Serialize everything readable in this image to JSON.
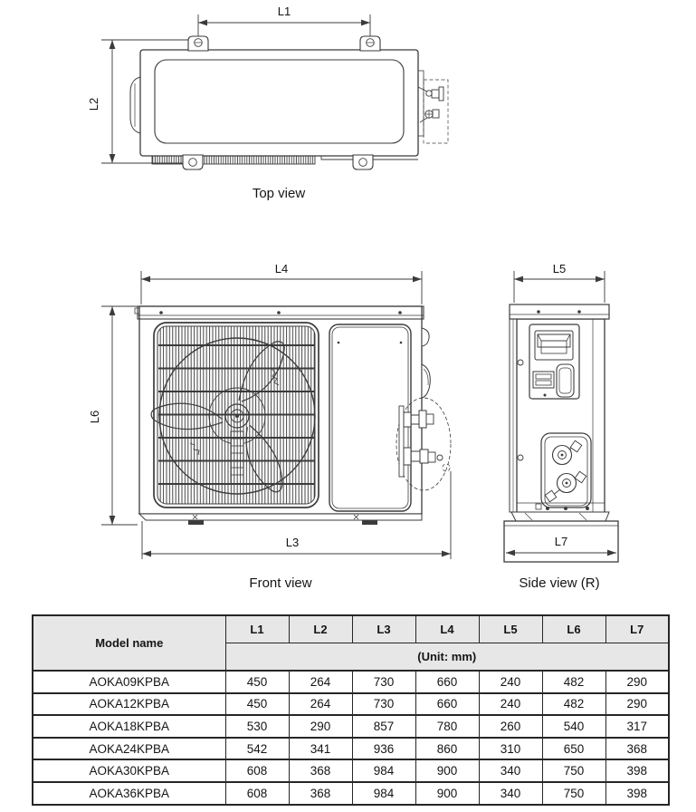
{
  "views": {
    "top": {
      "title": "Top view",
      "width_label": "L1",
      "depth_label": "L2"
    },
    "front": {
      "title": "Front view",
      "body_width_label": "L4",
      "height_label": "L6",
      "total_width_label": "L3"
    },
    "side": {
      "title": "Side view (R)",
      "depth_label": "L5",
      "base_depth_label": "L7"
    }
  },
  "table": {
    "model_header": "Model name",
    "dim_headers": [
      "L1",
      "L2",
      "L3",
      "L4",
      "L5",
      "L6",
      "L7"
    ],
    "unit_label": "(Unit: mm)",
    "rows": [
      {
        "model": "AOKA09KPBA",
        "values": [
          "450",
          "264",
          "730",
          "660",
          "240",
          "482",
          "290"
        ]
      },
      {
        "model": "AOKA12KPBA",
        "values": [
          "450",
          "264",
          "730",
          "660",
          "240",
          "482",
          "290"
        ]
      },
      {
        "model": "AOKA18KPBA",
        "values": [
          "530",
          "290",
          "857",
          "780",
          "260",
          "540",
          "317"
        ]
      },
      {
        "model": "AOKA24KPBA",
        "values": [
          "542",
          "341",
          "936",
          "860",
          "310",
          "650",
          "368"
        ]
      },
      {
        "model": "AOKA30KPBA",
        "values": [
          "608",
          "368",
          "984",
          "900",
          "340",
          "750",
          "398"
        ]
      },
      {
        "model": "AOKA36KPBA",
        "values": [
          "608",
          "368",
          "984",
          "900",
          "340",
          "750",
          "398"
        ]
      }
    ]
  },
  "colors": {
    "line": "#3b3b3b",
    "text": "#151515",
    "table_border": "#262626",
    "table_header_bg": "#e7e7e7"
  }
}
